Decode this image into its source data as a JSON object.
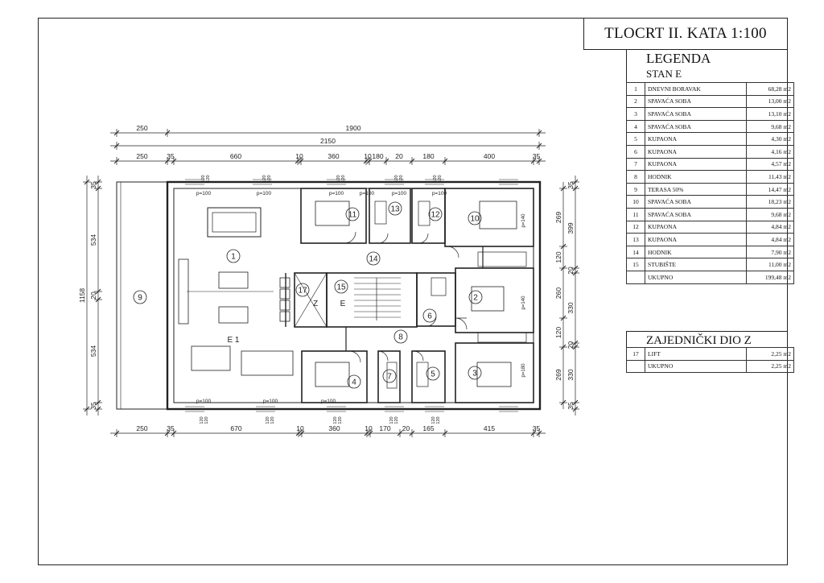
{
  "title": "TLOCRT II. KATA 1:100",
  "legend": {
    "heading": "LEGENDA",
    "subheading": "STAN E",
    "rows": [
      {
        "n": "1",
        "name": "DNEVNI BORAVAK",
        "area": "68,28 m2"
      },
      {
        "n": "2",
        "name": "SPAVAĆA SOBA",
        "area": "13,00 m2"
      },
      {
        "n": "3",
        "name": "SPAVAĆA SOBA",
        "area": "13,10 m2"
      },
      {
        "n": "4",
        "name": "SPAVAĆA SOBA",
        "area": "9,68 m2"
      },
      {
        "n": "5",
        "name": "KUPAONA",
        "area": "4,30 m2"
      },
      {
        "n": "6",
        "name": "KUPAONA",
        "area": "4,16 m2"
      },
      {
        "n": "7",
        "name": "KUPAONA",
        "area": "4,57 m2"
      },
      {
        "n": "8",
        "name": "HODNIK",
        "area": "11,43 m2"
      },
      {
        "n": "9",
        "name": "TERASA 50%",
        "area": "14,47 m2"
      },
      {
        "n": "10",
        "name": "SPAVAĆA SOBA",
        "area": "18,23 m2"
      },
      {
        "n": "11",
        "name": "SPAVAĆA SOBA",
        "area": "9,68 m2"
      },
      {
        "n": "12",
        "name": "KUPAONA",
        "area": "4,84 m2"
      },
      {
        "n": "13",
        "name": "KUPAONA",
        "area": "4,84 m2"
      },
      {
        "n": "14",
        "name": "HODNIK",
        "area": "7,90 m2"
      },
      {
        "n": "15",
        "name": "STUBIŠTE",
        "area": "11,00 m2"
      }
    ],
    "total": {
      "name": "UKUPNO",
      "area": "199,48 m2"
    }
  },
  "common": {
    "heading": "ZAJEDNIČKI DIO Z",
    "rows": [
      {
        "n": "17",
        "name": "LIFT",
        "area": "2,25 m2"
      }
    ],
    "total": {
      "name": "UKUPNO",
      "area": "2,25 m2"
    }
  },
  "plan": {
    "dims_top_overall": [
      "250",
      "1900"
    ],
    "dims_top_total": "2150",
    "dims_top_detail": [
      "250",
      "35",
      "660",
      "10",
      "360",
      "10",
      "180",
      "20",
      "180",
      "400",
      "35"
    ],
    "dims_bottom_detail": [
      "250",
      "35",
      "670",
      "10",
      "360",
      "10",
      "170",
      "20",
      "165",
      "415",
      "35"
    ],
    "dims_left_total": "1158",
    "dims_left_detail": [
      "35",
      "534",
      "20",
      "534",
      "35"
    ],
    "dims_right_outer": [
      "35",
      "399",
      "20",
      "330",
      "20",
      "330",
      "35"
    ],
    "dims_right_inner": [
      "269",
      "120",
      "260",
      "120",
      "269"
    ],
    "rooms": [
      "1",
      "2",
      "3",
      "4",
      "5",
      "6",
      "7",
      "8",
      "9",
      "10",
      "11",
      "12",
      "13",
      "14",
      "15",
      "17"
    ],
    "unit_label": "E",
    "unit_label_secondary": "E 1",
    "lift_label": "Z",
    "sill_label": "p=100",
    "sill_label_alt": "p=140",
    "sill_label_alt2": "p=180",
    "window_dims": [
      "120",
      "120"
    ]
  }
}
